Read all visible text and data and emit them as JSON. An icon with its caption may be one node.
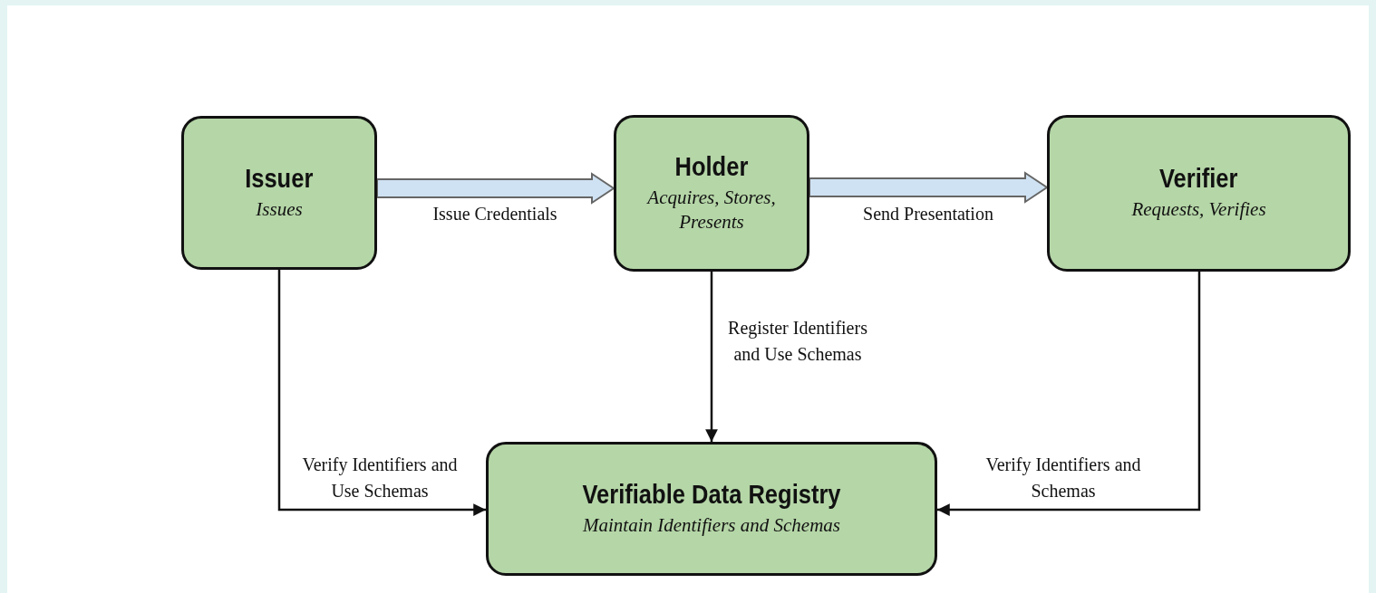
{
  "diagram": {
    "nodes": [
      {
        "text": [
          "Issuer",
          "Issues"
        ]
      },
      {
        "text": [
          "Holder",
          "Acquires, Stores, Presents"
        ]
      },
      {
        "text": [
          "Verifier",
          "Requests, Verifies"
        ]
      },
      {
        "text": [
          "Verifiable Data Registry",
          "Maintain Identifiers and Schemas"
        ]
      }
    ],
    "edges": [
      {
        "from": 0,
        "to": 1,
        "arrow": "to",
        "label": "Issue Credentials",
        "style": "thick",
        "color": "#cfe2f3"
      },
      {
        "from": 1,
        "to": 2,
        "arrow": "to",
        "label": "Send Presentation",
        "style": "thick",
        "color": "#cfe2f3"
      },
      {
        "from": 1,
        "to": 3,
        "arrow": "to",
        "label": "Register Identifiers and Use Schemas"
      },
      {
        "from": 0,
        "to": 3,
        "arrow": "to",
        "label": "Verify Identifiers and Use Schemas"
      },
      {
        "from": 2,
        "to": 3,
        "arrow": "to",
        "label": "Verify Identifiers and Schemas"
      }
    ]
  }
}
